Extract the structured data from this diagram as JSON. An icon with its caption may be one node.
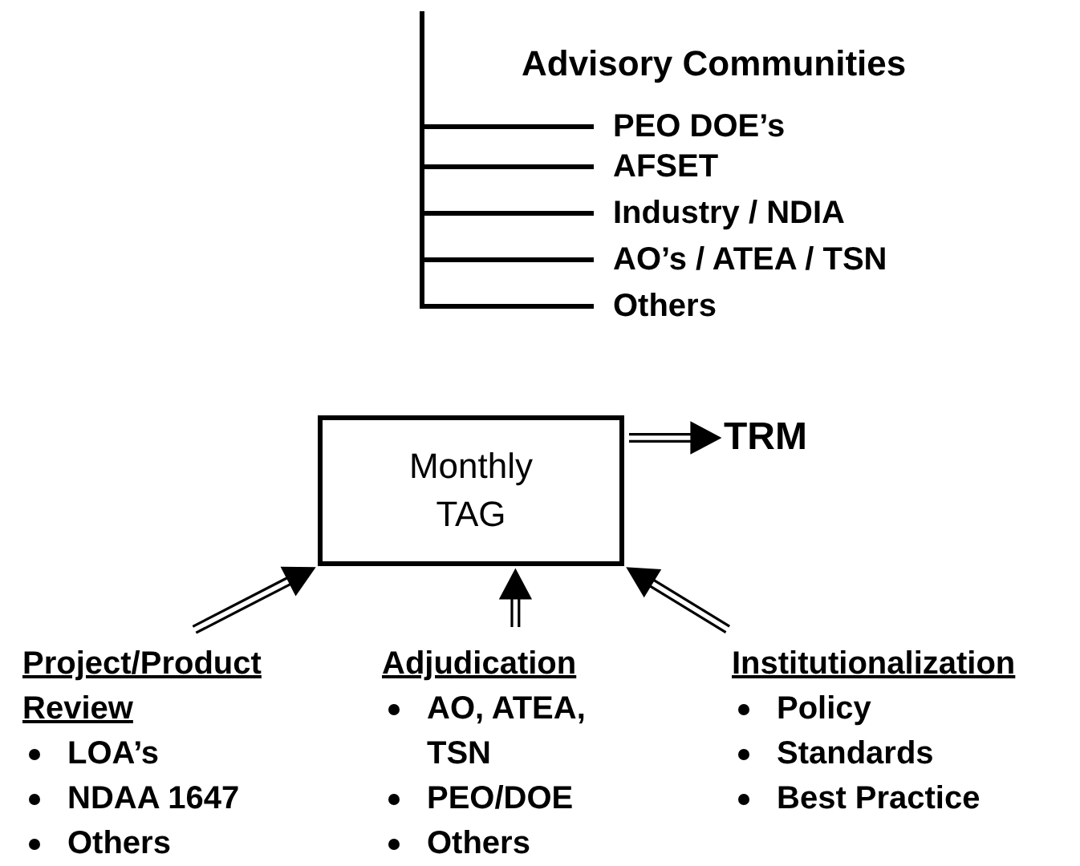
{
  "diagram": {
    "nodes": [
      {
        "text": [
          "Monthly TAG"
        ]
      },
      {
        "text": [
          "TRM"
        ]
      },
      {
        "text": [
          "Project/Product Review",
          "LOA’s",
          "NDAA 1647",
          "Others"
        ]
      },
      {
        "text": [
          "Adjudication",
          "AO, ATEA, TSN",
          "PEO/DOE",
          "Others"
        ]
      },
      {
        "text": [
          "Institutionalization",
          "Policy",
          "Standards",
          "Best Practice"
        ]
      },
      {
        "text": [
          "PEO DOE’s"
        ]
      },
      {
        "text": [
          "AFSET"
        ]
      },
      {
        "text": [
          "Industry / NDIA"
        ]
      },
      {
        "text": [
          "AO’s / ATEA / TSN"
        ]
      },
      {
        "text": [
          "Others"
        ]
      }
    ],
    "edges": [
      {
        "from": 0,
        "to": 1,
        "arrow": "to"
      },
      {
        "from": 2,
        "to": 0,
        "arrow": "to"
      },
      {
        "from": 3,
        "to": 0,
        "arrow": "to"
      },
      {
        "from": 4,
        "to": 0,
        "arrow": "to"
      },
      {
        "from": null,
        "to": 5,
        "arrow": "none"
      },
      {
        "from": null,
        "to": 6,
        "arrow": "none"
      },
      {
        "from": null,
        "to": 7,
        "arrow": "none"
      },
      {
        "from": null,
        "to": 8,
        "arrow": "none"
      },
      {
        "from": null,
        "to": 9,
        "arrow": "none"
      }
    ],
    "labels": [
      "Advisory Communities"
    ]
  }
}
